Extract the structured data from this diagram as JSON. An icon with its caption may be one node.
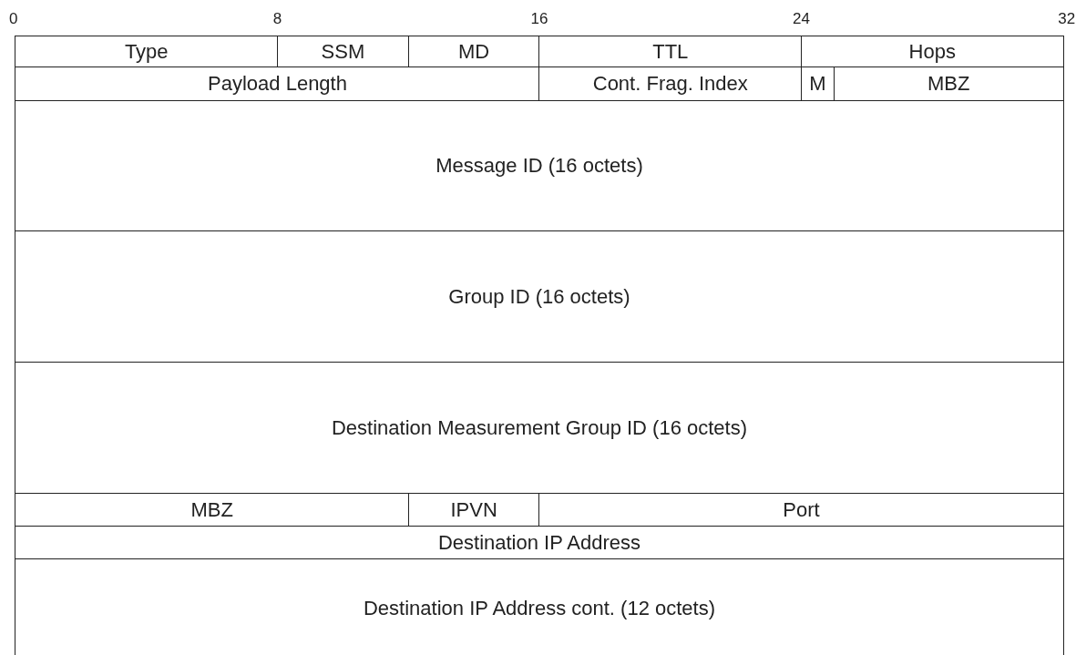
{
  "diagram": {
    "nodes": [
      {
        "text": [
          "Type"
        ]
      },
      {
        "text": [
          "SSM"
        ]
      },
      {
        "text": [
          "MD"
        ]
      },
      {
        "text": [
          "TTL"
        ]
      },
      {
        "text": [
          "Hops"
        ]
      },
      {
        "text": [
          "Payload Length"
        ]
      },
      {
        "text": [
          "Cont. Frag. Index"
        ]
      },
      {
        "text": [
          "M"
        ]
      },
      {
        "text": [
          "MBZ"
        ]
      },
      {
        "text": [
          "Message ID (16 octets)"
        ]
      },
      {
        "text": [
          "Group ID (16 octets)"
        ]
      },
      {
        "text": [
          "Destination Measurement Group ID (16 octets)"
        ]
      },
      {
        "text": [
          "MBZ"
        ]
      },
      {
        "text": [
          "IPVN"
        ]
      },
      {
        "text": [
          "Port"
        ]
      },
      {
        "text": [
          "Destination IP Address"
        ]
      },
      {
        "text": [
          "Destination IP Address cont. (12 octets)"
        ]
      }
    ],
    "labels": [
      "0",
      "8",
      "16",
      "24",
      "32"
    ]
  }
}
